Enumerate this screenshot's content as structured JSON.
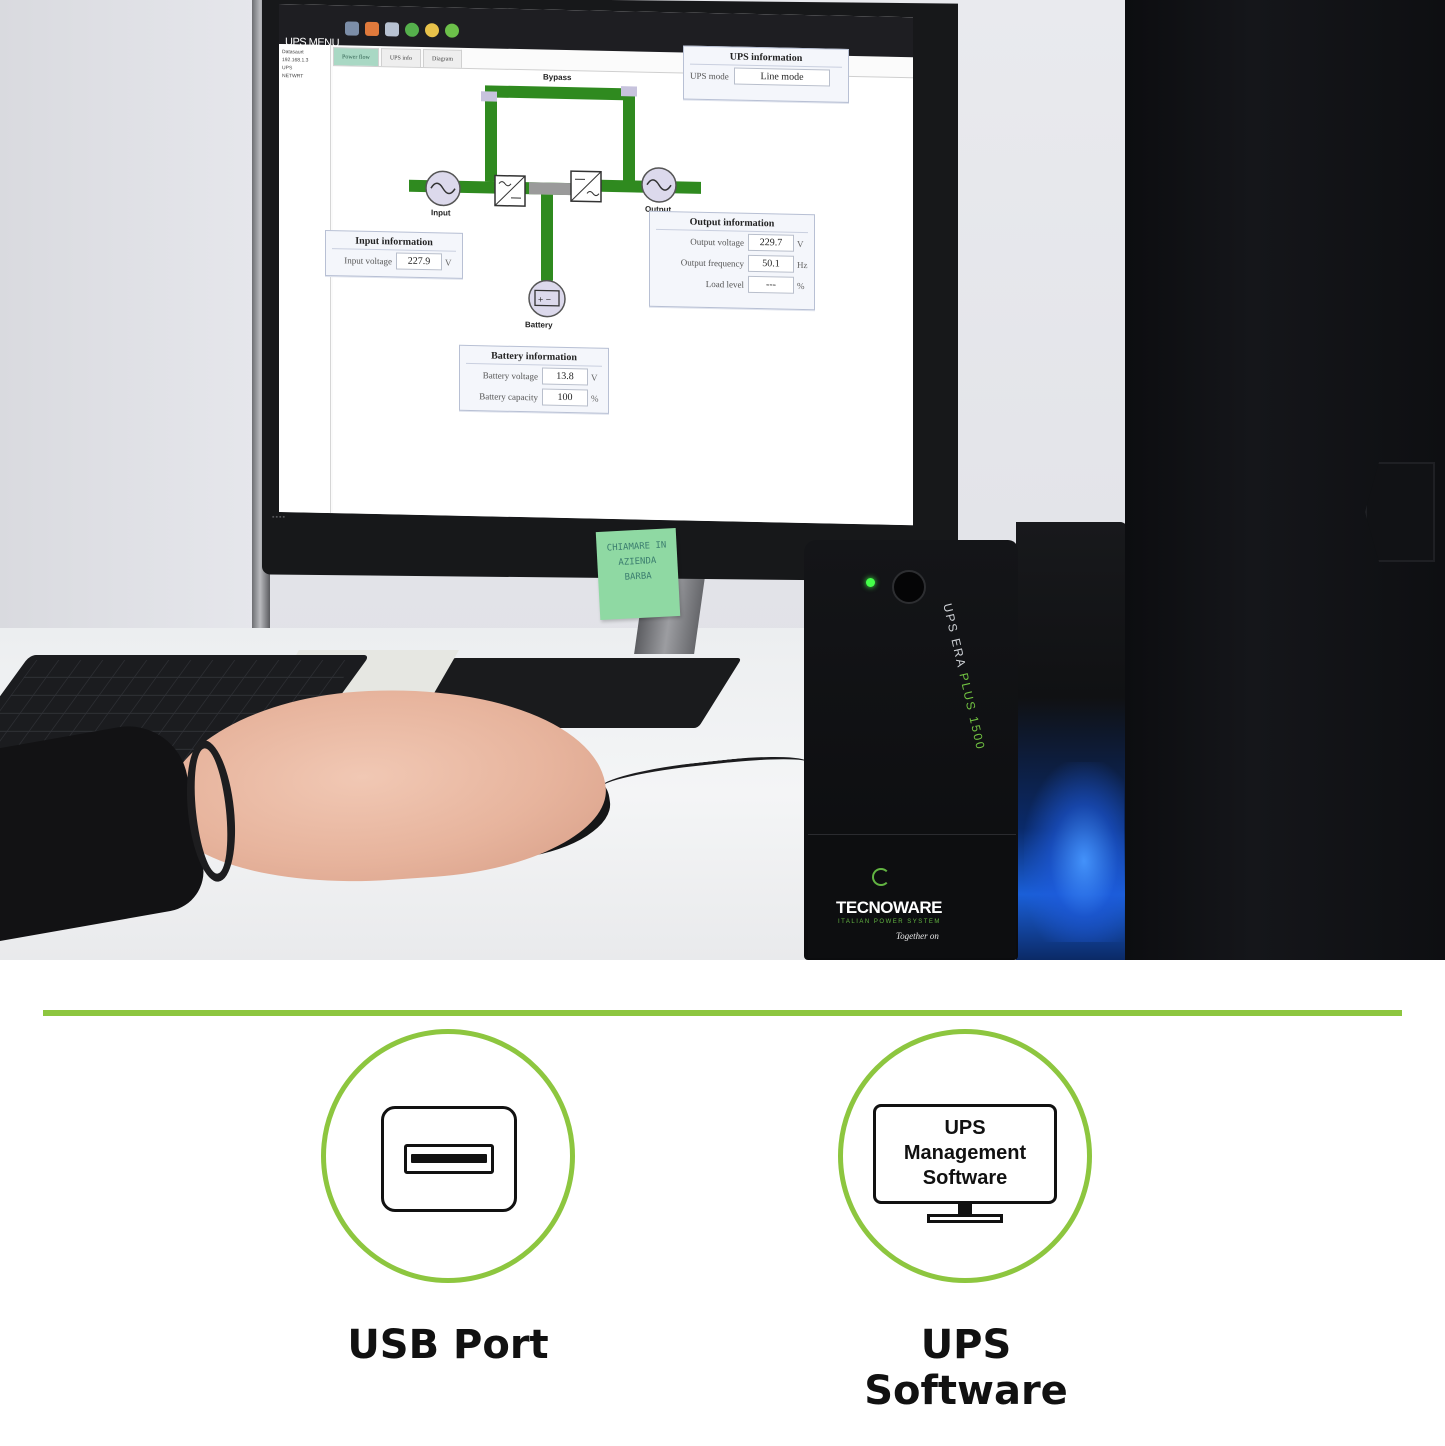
{
  "scene": {
    "screen": {
      "menu_title": "UPS MENU",
      "sidebar_lines": [
        "Datasaurt",
        "192.168.1.3",
        "UPS",
        "NETWRT"
      ],
      "tabs": [
        {
          "label": "Power flow",
          "active": true
        },
        {
          "label": "UPS info",
          "active": false
        },
        {
          "label": "Diagram",
          "active": false
        }
      ],
      "flow_labels": {
        "bypass": "Bypass",
        "input": "Input",
        "output": "Output",
        "battery": "Battery"
      },
      "ups_information": {
        "title": "UPS information",
        "mode_label": "UPS mode",
        "mode_value": "Line mode"
      },
      "input_information": {
        "title": "Input information",
        "rows": [
          {
            "label": "Input voltage",
            "value": "227.9",
            "unit": "V"
          }
        ]
      },
      "output_information": {
        "title": "Output information",
        "rows": [
          {
            "label": "Output voltage",
            "value": "229.7",
            "unit": "V"
          },
          {
            "label": "Output frequency",
            "value": "50.1",
            "unit": "Hz"
          },
          {
            "label": "Load level",
            "value": "---",
            "unit": "%"
          }
        ]
      },
      "battery_information": {
        "title": "Battery information",
        "rows": [
          {
            "label": "Battery voltage",
            "value": "13.8",
            "unit": "V"
          },
          {
            "label": "Battery capacity",
            "value": "100",
            "unit": "%"
          }
        ]
      },
      "colors": {
        "flow_green": "#2f8a1f",
        "flow_gray": "#9a9a9a",
        "tab_active": "#a9d8c4"
      }
    },
    "sticky_note": "CHIAMARE IN AZIENDA BARBA",
    "ups_unit": {
      "model_prefix": "UPS ERA ",
      "model_suffix": "PLUS 1500",
      "brand": "TECNOWARE",
      "subtitle": "ITALIAN POWER SYSTEM",
      "tagline": "Together on"
    }
  },
  "features": [
    {
      "icon": "usb-port-icon",
      "label": "USB Port"
    },
    {
      "icon": "monitor-icon",
      "icon_text": [
        "UPS",
        "Management",
        "Software"
      ],
      "label_lines": [
        "UPS",
        "Software"
      ]
    }
  ],
  "colors": {
    "accent_green": "#8dc63f",
    "text": "#111111"
  }
}
